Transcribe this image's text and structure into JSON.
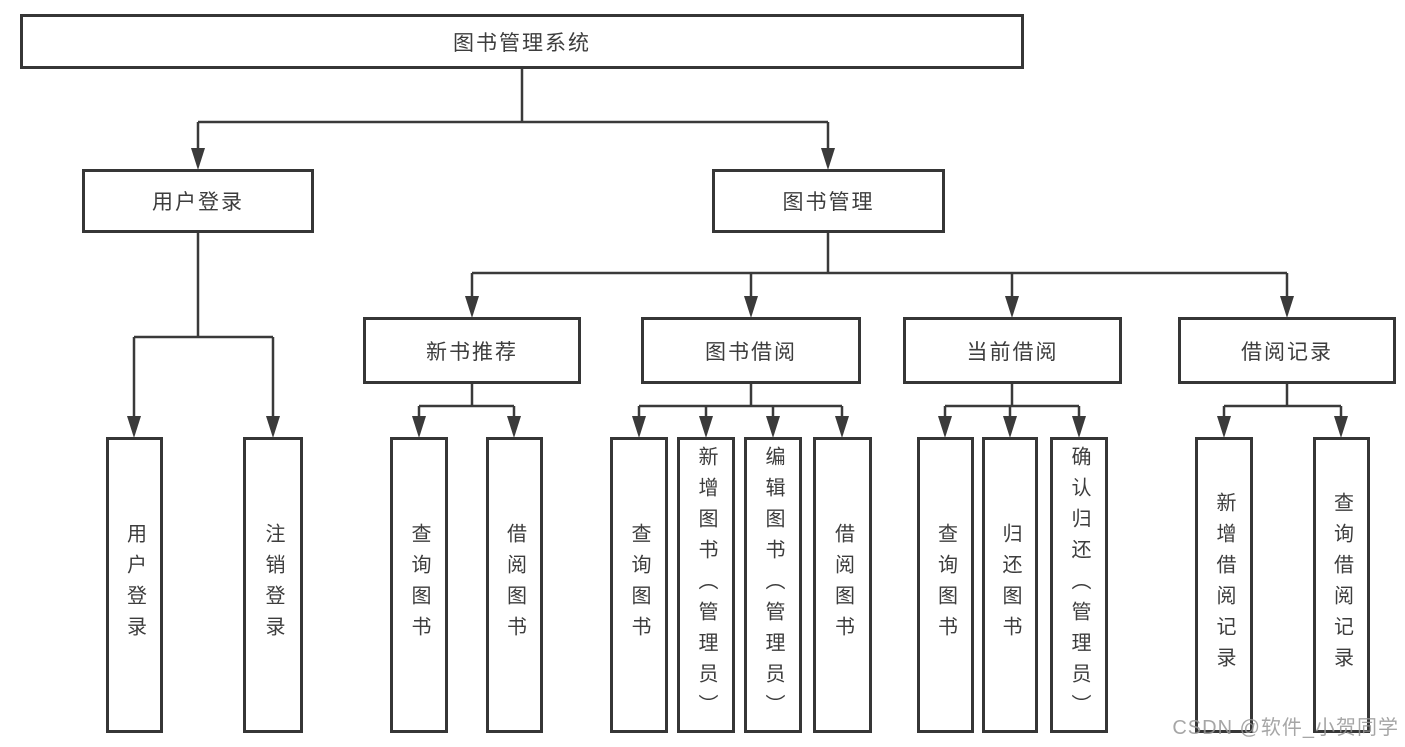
{
  "tree": {
    "label": "图书管理系统",
    "children": [
      {
        "label": "用户登录",
        "children": [
          {
            "label": "用户登录"
          },
          {
            "label": "注销登录"
          }
        ]
      },
      {
        "label": "图书管理",
        "children": [
          {
            "label": "新书推荐",
            "children": [
              {
                "label": "查询图书"
              },
              {
                "label": "借阅图书"
              }
            ]
          },
          {
            "label": "图书借阅",
            "children": [
              {
                "label": "查询图书"
              },
              {
                "label": "新增图书（管理员）"
              },
              {
                "label": "编辑图书（管理员）"
              },
              {
                "label": "借阅图书"
              }
            ]
          },
          {
            "label": "当前借阅",
            "children": [
              {
                "label": "查询图书"
              },
              {
                "label": "归还图书"
              },
              {
                "label": "确认归还（管理员）"
              }
            ]
          },
          {
            "label": "借阅记录",
            "children": [
              {
                "label": "新增借阅记录"
              },
              {
                "label": "查询借阅记录"
              }
            ]
          }
        ]
      }
    ]
  },
  "watermark": "CSDN @软件_小贺同学",
  "colors": {
    "line": "#3a3a3a",
    "box_border": "#363636",
    "text": "#3d3d3d",
    "watermark": "#969696",
    "background": "#ffffff"
  }
}
